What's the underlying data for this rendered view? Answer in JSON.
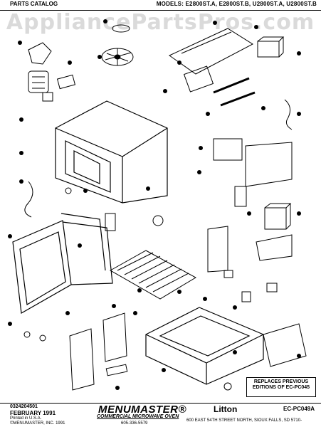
{
  "header": {
    "left": "PARTS CATALOG",
    "right": "MODELS: E2800ST.A, E2800ST.B, U2800ST.A, U2800ST.B"
  },
  "watermark": "AppliancePartsPros.com",
  "replaces_box": "REPLACES PREVIOUS EDITIONS OF EC-PC045",
  "footer": {
    "part_number": "0324204501",
    "date": "FEBRUARY 1991",
    "printed": "Printed in U.S.A.",
    "copyright": "©MENUMASTER, INC. 1991",
    "brand": "MENUMASTER®",
    "subtitle": "COMMERCIAL MICROWAVE OVEN",
    "phone": "605-336-5579",
    "company": "Litton",
    "code": "EC-PC049A",
    "address": "600 EAST 54TH STREET NORTH, SIOUX FALLS, SD  5710-"
  }
}
